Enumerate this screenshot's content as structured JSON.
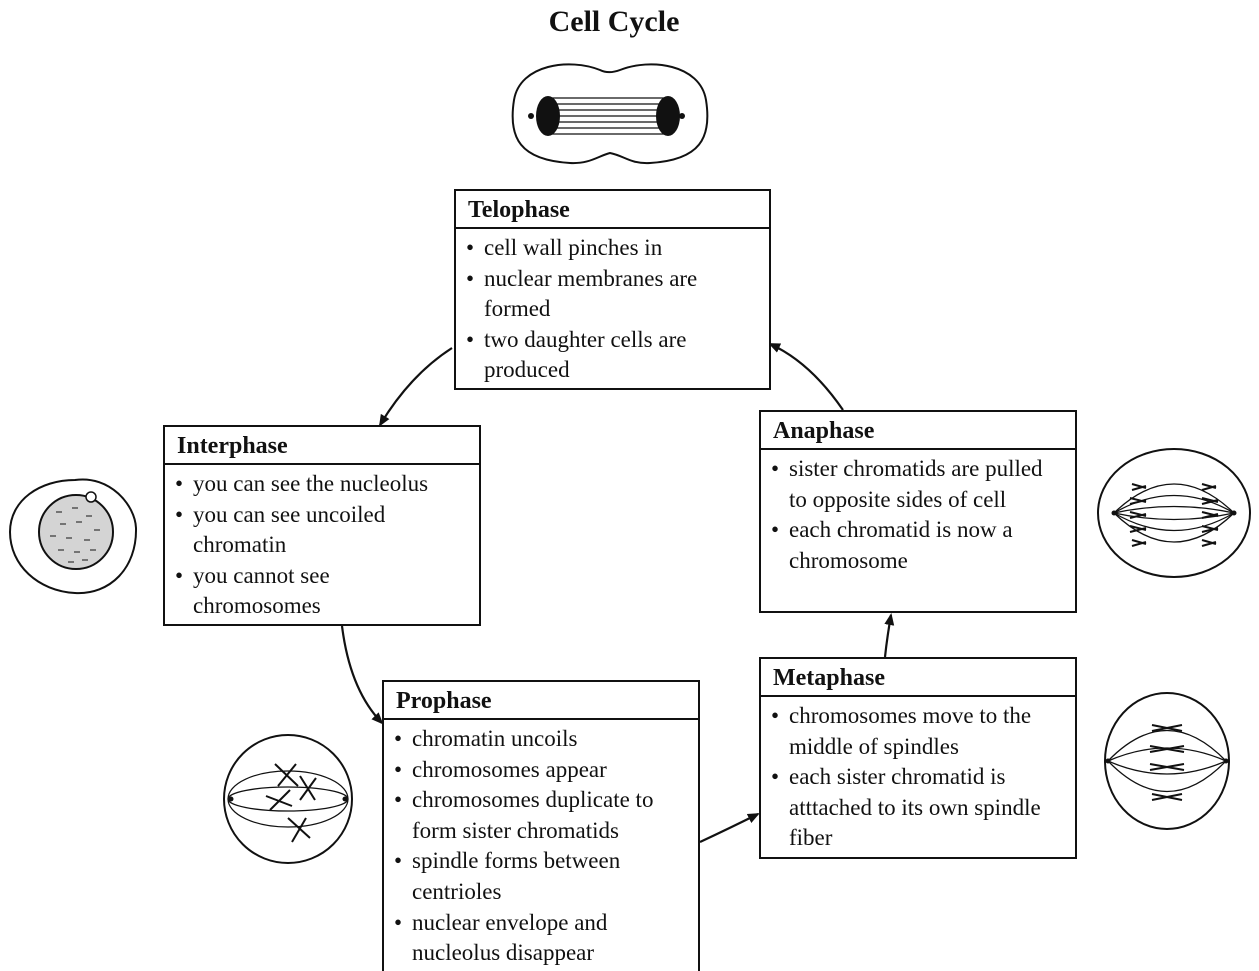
{
  "title": "Cell Cycle",
  "phases": {
    "telophase": {
      "name": "Telophase",
      "items": [
        "cell wall pinches in",
        "nuclear membranes are formed",
        "two daughter cells are produced"
      ]
    },
    "interphase": {
      "name": "Interphase",
      "items": [
        "you can see the nucleolus",
        "you can see uncoiled chromatin",
        "you cannot see chromosomes"
      ]
    },
    "anaphase": {
      "name": "Anaphase",
      "items": [
        "sister chromatids are pulled to opposite sides of cell",
        "each chromatid is now a chromosome"
      ]
    },
    "metaphase": {
      "name": "Metaphase",
      "items": [
        "chromosomes move to the middle of spindles",
        "each sister chromatid is atttached to its own spindle fiber"
      ]
    },
    "prophase": {
      "name": "Prophase",
      "items": [
        "chromatin uncoils",
        "chromosomes appear",
        "chromosomes duplicate to form sister chromatids",
        "spindle forms between centrioles",
        "nuclear envelope and nucleolus disappear"
      ]
    }
  },
  "cycle_order": [
    "interphase",
    "prophase",
    "metaphase",
    "anaphase",
    "telophase"
  ]
}
